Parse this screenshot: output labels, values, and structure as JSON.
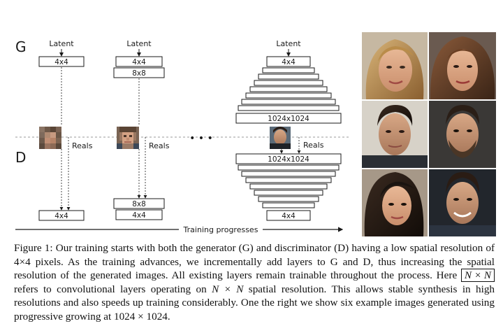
{
  "diagram": {
    "label_generator": "G",
    "label_discriminator": "D",
    "latent_label": "Latent",
    "reals_label": "Reals",
    "progress_label": "Training progresses",
    "ellipsis": "• • •",
    "stage1": {
      "g_blocks": [
        "4x4"
      ],
      "d_blocks": [
        "4x4"
      ]
    },
    "stage2": {
      "g_blocks": [
        "4x4",
        "8x8"
      ],
      "d_blocks": [
        "8x8",
        "4x4"
      ]
    },
    "stage3": {
      "g_top": "4x4",
      "g_bottom": "1024x1024",
      "d_top": "1024x1024",
      "d_bottom": "4x4"
    }
  },
  "samples": {
    "description_count": 6
  },
  "caption": {
    "p1": "Figure 1: Our training starts with both the generator (G) and discriminator (D) having a low spatial resolution of 4×4 pixels. As the training advances, we incrementally add layers to G and D, thus increasing the spatial resolution of the generated images. All existing layers remain trainable throughout the process. Here",
    "boxed": "N × N",
    "p2": "refers to convolutional layers operating on",
    "nxn": "N × N",
    "p3": "spatial resolution. This allows stable synthesis in high resolutions and also speeds up training considerably. One the right we show six example images generated using progressive growing at",
    "res": "1024 × 1024",
    "p4": "."
  },
  "colors": {
    "stroke": "#1a1a1a",
    "dashed_divider": "#9a9a9a"
  }
}
